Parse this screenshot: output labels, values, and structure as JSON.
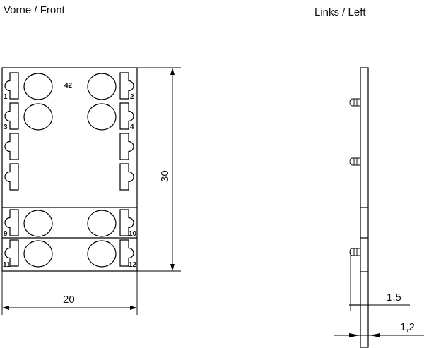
{
  "titles": {
    "front": "Vorne / Front",
    "left": "Links / Left"
  },
  "front": {
    "position_count": "42",
    "dim_height": "30",
    "dim_width": "20",
    "pins": [
      "1",
      "2",
      "3",
      "4",
      "9",
      "10",
      "11",
      "12"
    ]
  },
  "side": {
    "dim_nub": "1.5",
    "dim_thickness": "1,2"
  }
}
